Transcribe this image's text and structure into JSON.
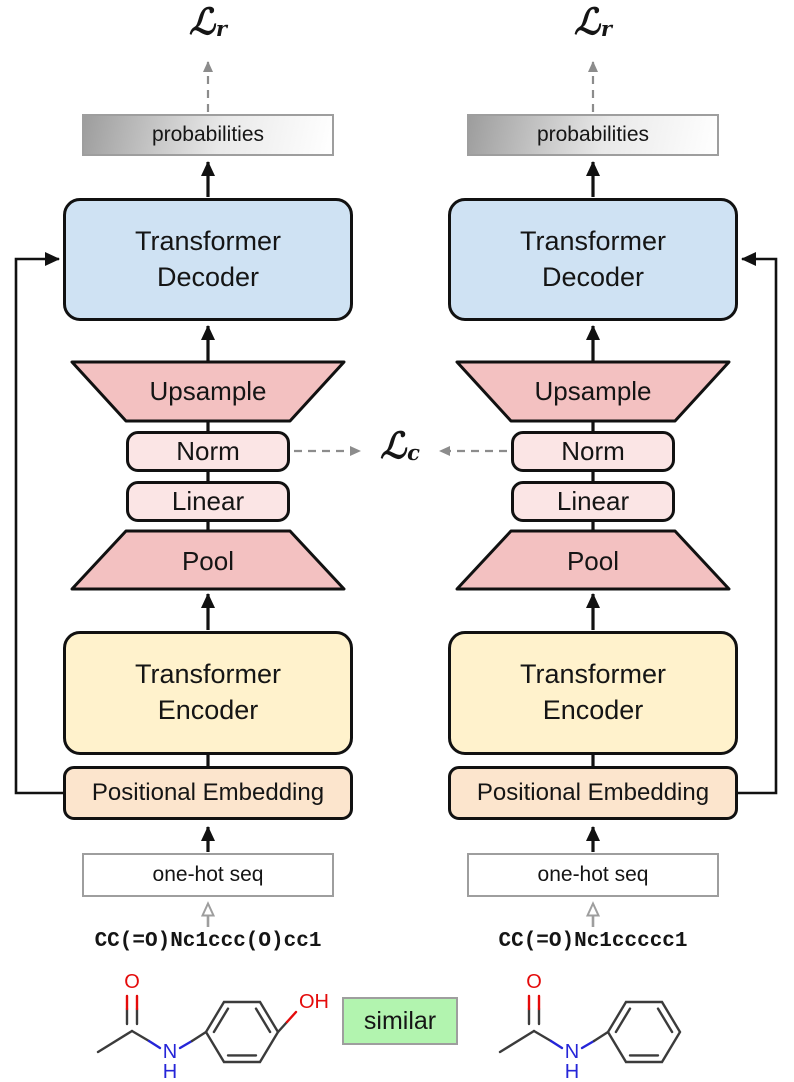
{
  "colors": {
    "decoder_blue": "#cfe2f3",
    "encoder_yellow": "#fff2cc",
    "embedding_peach": "#fce5cd",
    "trapezoid_pink": "#f3c1c1",
    "small_box_pink": "#fbe5e5",
    "similar_green": "#b2f4af",
    "box_border": "#111111",
    "gray_border": "#9e9e9e",
    "arrow_gray": "#8c8c8c",
    "atom_red": "#e40b0b",
    "atom_blue": "#2525d8"
  },
  "losses": {
    "reconstruction": {
      "symbol": "ℒ",
      "sub": "r"
    },
    "contrastive": {
      "symbol": "ℒ",
      "sub": "c"
    }
  },
  "blocks": {
    "probabilities": "probabilities",
    "decoder": "Transformer Decoder",
    "upsample": "Upsample",
    "norm": "Norm",
    "linear": "Linear",
    "pool": "Pool",
    "encoder": "Transformer Encoder",
    "pos_embedding": "Positional Embedding",
    "one_hot": "one-hot seq"
  },
  "inputs": {
    "left_smiles": "CC(=O)Nc1ccc(O)cc1",
    "right_smiles": "CC(=O)Nc1ccccc1",
    "relation": "similar"
  },
  "atoms": {
    "oxygen": "O",
    "nitrogen": "N",
    "hydrogen": "H",
    "hydroxyl": "OH"
  }
}
